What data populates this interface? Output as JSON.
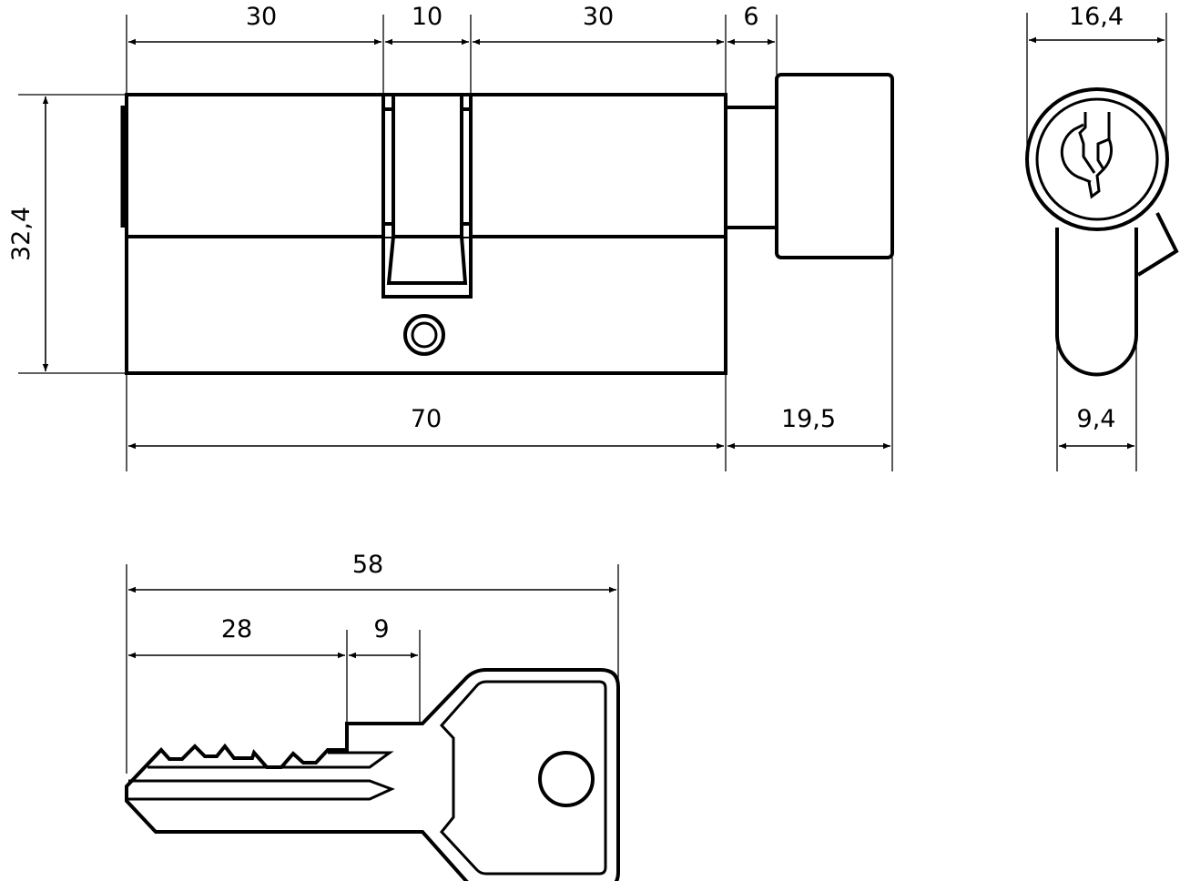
{
  "side_view": {
    "dims": {
      "left_half": "30",
      "cam_width": "10",
      "right_half": "30",
      "shaft_gap": "6",
      "height": "32,4",
      "total_length": "70",
      "knob_length": "19,5"
    }
  },
  "end_view": {
    "dims": {
      "head_diameter": "16,4",
      "body_width": "9,4"
    }
  },
  "key_view": {
    "dims": {
      "key_length": "58",
      "blade_to_step": "28",
      "step_to_shoulder": "9"
    }
  }
}
